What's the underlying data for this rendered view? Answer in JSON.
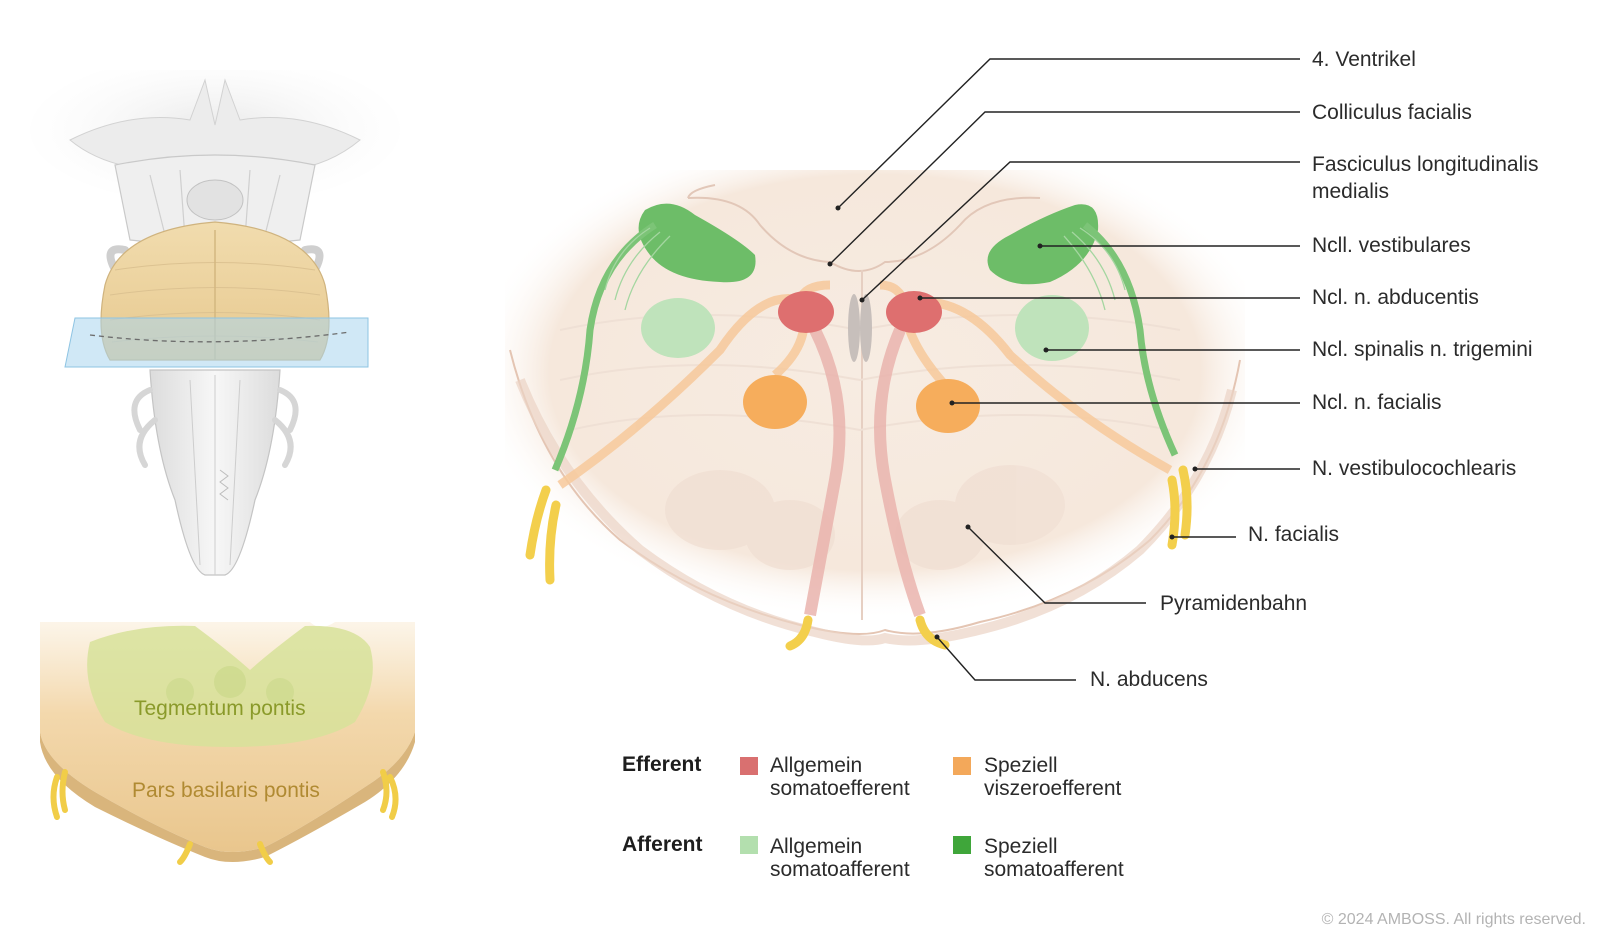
{
  "labels": {
    "ventrikel": "4. Ventrikel",
    "colliculus": "Colliculus facialis",
    "fasciculus_1": "Fasciculus longitudinalis",
    "fasciculus_2": "medialis",
    "vestibulares": "Ncll. vestibulares",
    "abducentis": "Ncl. n. abducentis",
    "trigemini": "Ncl. spinalis n. trigemini",
    "facialis_ncl": "Ncl. n. facialis",
    "vestibulocochlearis": "N. vestibulocochlearis",
    "facialis_n": "N. facialis",
    "pyramidenbahn": "Pyramidenbahn",
    "abducens": "N. abducens"
  },
  "regions": {
    "tegmentum": "Tegmentum pontis",
    "basilaris": "Pars basilaris pontis"
  },
  "legend": {
    "efferent": {
      "heading": "Efferent",
      "items": [
        {
          "line1": "Allgemein",
          "line2": "somatoefferent",
          "color": "#d97070"
        },
        {
          "line1": "Speziell",
          "line2": "viszeroefferent",
          "color": "#f3a85a"
        }
      ]
    },
    "afferent": {
      "heading": "Afferent",
      "items": [
        {
          "line1": "Allgemein",
          "line2": "somatoafferent",
          "color": "#b3dfae"
        },
        {
          "line1": "Speziell",
          "line2": "somatoafferent",
          "color": "#3fa63a"
        }
      ]
    }
  },
  "copyright": "© 2024 AMBOSS. All rights reserved."
}
